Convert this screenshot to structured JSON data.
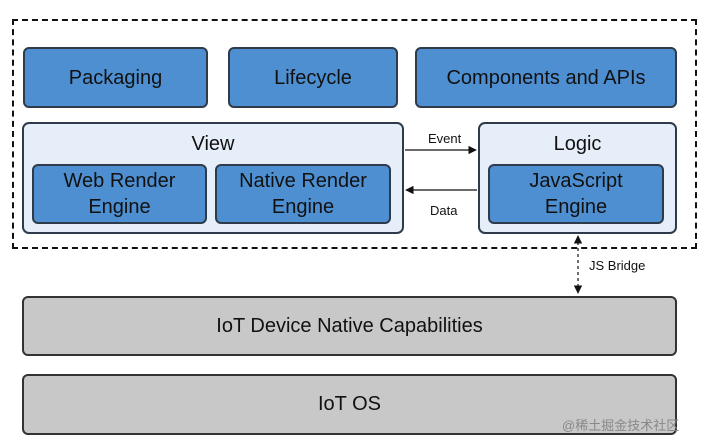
{
  "top_row": {
    "packaging": "Packaging",
    "lifecycle": "Lifecycle",
    "components_apis": "Components and APIs"
  },
  "view": {
    "title": "View",
    "web_render_engine": "Web Render\nEngine",
    "native_render_engine": "Native Render\nEngine"
  },
  "logic": {
    "title": "Logic",
    "javascript_engine": "JavaScript\nEngine"
  },
  "arrows": {
    "event": "Event",
    "data": "Data",
    "js_bridge": "JS Bridge"
  },
  "layers": {
    "native_capabilities": "IoT Device Native Capabilities",
    "os": "IoT OS"
  },
  "watermark": "@稀土掘金技术社区",
  "colors": {
    "engine_blue": "#4d8fd1",
    "panel_bg": "#e5eef9",
    "layer_gray": "#c8c8c8"
  }
}
